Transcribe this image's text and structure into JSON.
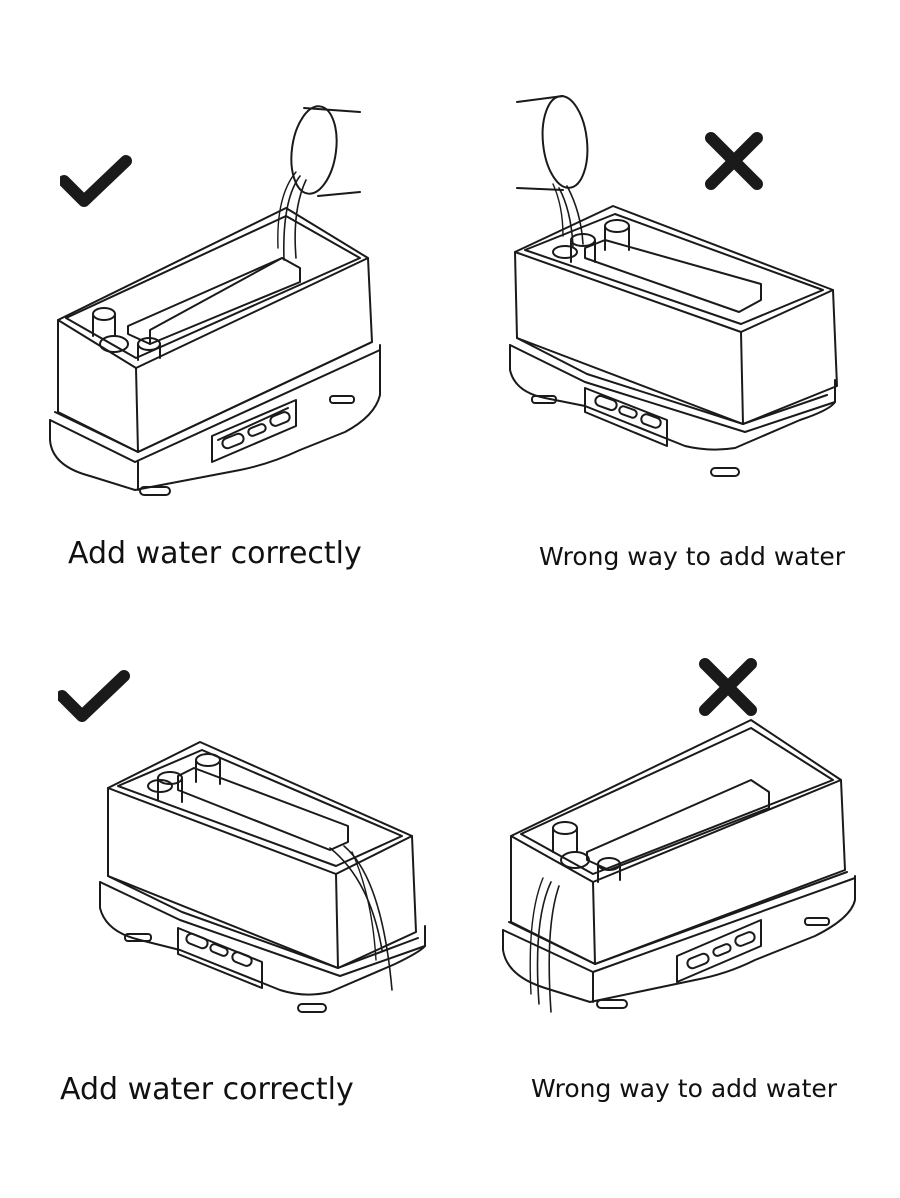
{
  "panels": [
    {
      "verdict": "correct",
      "caption": "Add water correctly",
      "pour_target": "water-tank"
    },
    {
      "verdict": "wrong",
      "caption": "Wrong way to add water",
      "pour_target": "mist-outlet"
    },
    {
      "verdict": "correct",
      "caption": "Add water correctly",
      "pour_target": "water-tank"
    },
    {
      "verdict": "wrong",
      "caption": "Wrong way to add water",
      "pour_target": "air-outlet"
    }
  ],
  "icons": {
    "correct": "check-mark-icon",
    "wrong": "cross-mark-icon"
  },
  "colors": {
    "line": "#1a1a1a",
    "mark": "#1a1a1a",
    "background": "#ffffff"
  }
}
